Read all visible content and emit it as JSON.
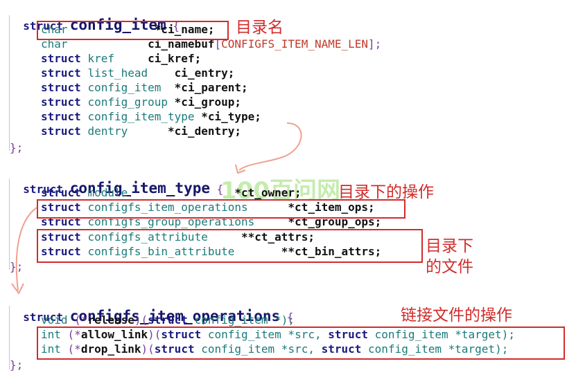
{
  "struct1": {
    "keyword": "struct",
    "name": "config_item",
    "open": "{",
    "lines": [
      {
        "type": "char",
        "field": "*ci_name;"
      },
      {
        "type": "char",
        "field": "ci_namebuf",
        "suffix_open": "[",
        "const": "CONFIGFS_ITEM_NAME_LEN",
        "suffix_close": "];"
      },
      {
        "kw": "struct",
        "type": "kref",
        "field": "ci_kref;"
      },
      {
        "kw": "struct",
        "type": "list_head",
        "field": "ci_entry;"
      },
      {
        "kw": "struct",
        "type": "config_item",
        "field": "*ci_parent;"
      },
      {
        "kw": "struct",
        "type": "config_group",
        "field": "*ci_group;"
      },
      {
        "kw": "struct",
        "type": "config_item_type",
        "field": "*ci_type;"
      },
      {
        "kw": "struct",
        "type": "dentry",
        "field": "*ci_dentry;"
      }
    ],
    "close": "};",
    "annotation": "目录名"
  },
  "struct2": {
    "keyword": "struct",
    "name": "config_item_type",
    "open": "{",
    "lines": [
      {
        "kw": "struct",
        "type": "module",
        "field": "*ct_owner;"
      },
      {
        "kw": "struct",
        "type": "configfs_item_operations",
        "field": "*ct_item_ops;"
      },
      {
        "kw": "struct",
        "type": "configfs_group_operations",
        "field": "*ct_group_ops;"
      },
      {
        "kw": "struct",
        "type": "configfs_attribute",
        "field": "**ct_attrs;"
      },
      {
        "kw": "struct",
        "type": "configfs_bin_attribute",
        "field": "**ct_bin_attrs;"
      }
    ],
    "close": "};",
    "annotation_ops": "目录下的操作",
    "annotation_files_1": "目录下",
    "annotation_files_2": "的文件"
  },
  "struct3": {
    "keyword": "struct",
    "name": "configfs_item_operations",
    "open": "{",
    "lines": [
      {
        "ret": "void",
        "p1": " (*",
        "fn": "release",
        "p2": ")(",
        "kw": "struct",
        "rest": " config_item *);"
      },
      {
        "ret": "int",
        "p1": " (*",
        "fn": "allow_link",
        "p2": ")(",
        "kw": "struct",
        "rest": " config_item *src, ",
        "kw2": "struct",
        "rest2": " config_item *target);"
      },
      {
        "ret": "int",
        "p1": " (*",
        "fn": "drop_link",
        "p2": ")(",
        "kw": "struct",
        "rest": " config_item *src, ",
        "kw2": "struct",
        "rest2": " config_item *target);"
      }
    ],
    "close": "};",
    "annotation": "链接文件的操作"
  },
  "watermark": {
    "text": "百问网",
    "prefix": "100"
  },
  "colors": {
    "annotation": "#d12b2b",
    "keyword": "#1a1a80",
    "type": "#1a7a7a",
    "arrow": "#f0a090"
  }
}
